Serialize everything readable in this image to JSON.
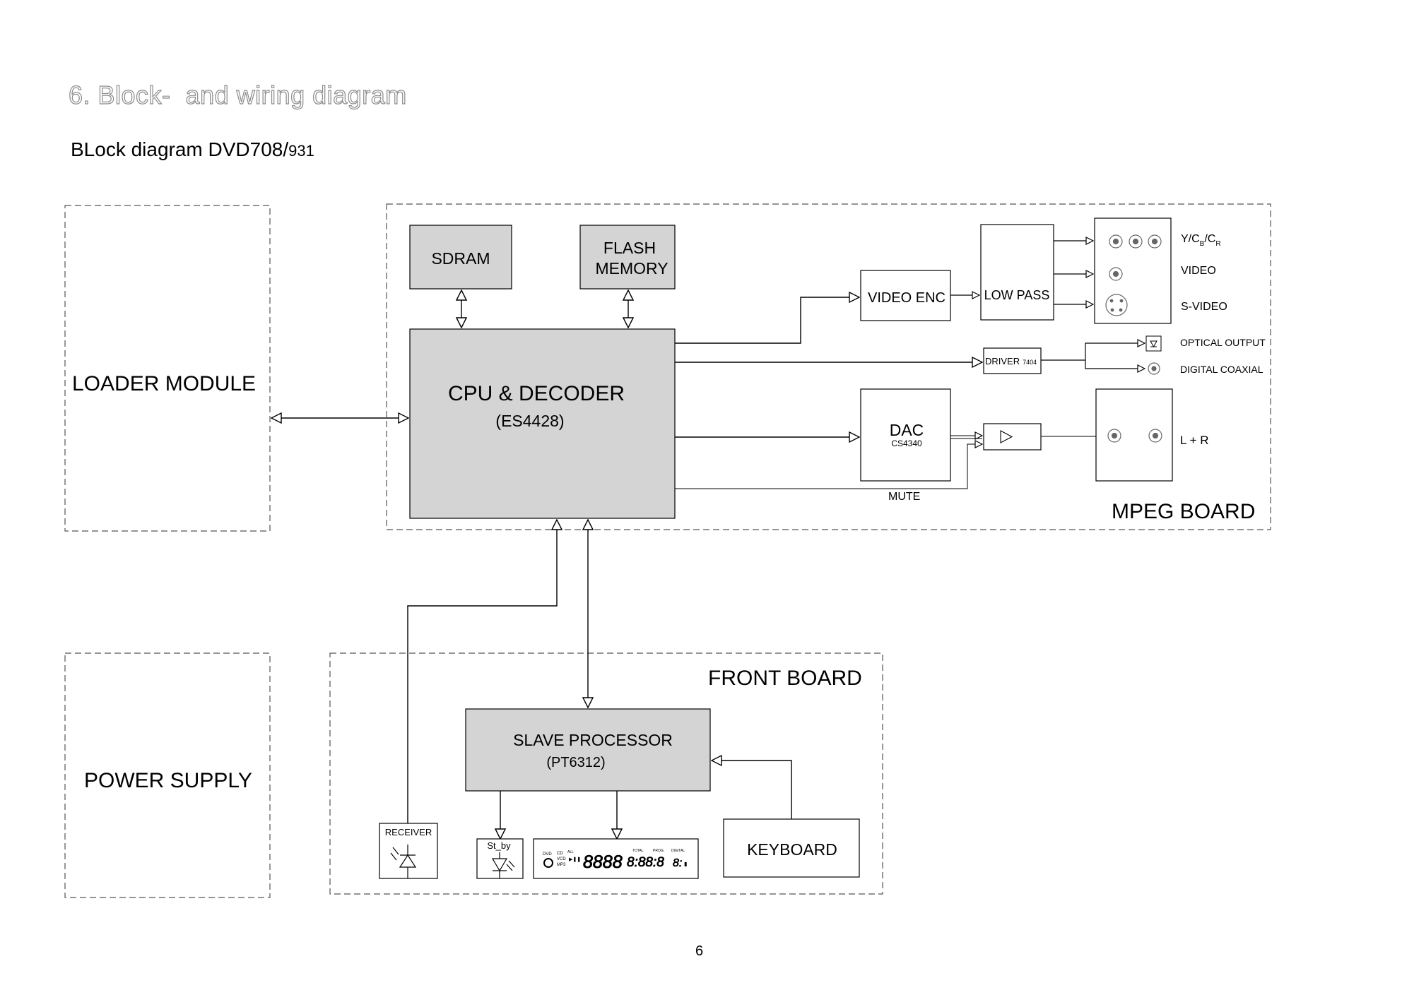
{
  "heading": "6. Block-  and wiring diagram",
  "subheading": {
    "main": "BLock diagram DVD708/",
    "suffix": "931"
  },
  "page_number": "6",
  "regions": {
    "loader": "LOADER MODULE",
    "power": "POWER SUPPLY",
    "mpeg": "MPEG BOARD",
    "front": "FRONT BOARD"
  },
  "blocks": {
    "sdram": "SDRAM",
    "flash_line1": "FLASH",
    "flash_line2": "MEMORY",
    "cpu_line1": "CPU & DECODER",
    "cpu_line2": "(ES4428)",
    "video_enc": "VIDEO ENC",
    "low_pass": "LOW PASS",
    "driver": "DRIVER",
    "driver_part": "7404",
    "dac": "DAC",
    "dac_part": "CS4340",
    "slave_line1": "SLAVE  PROCESSOR",
    "slave_line2": "(PT6312)",
    "receiver": "RECEIVER",
    "st_by": "St_by",
    "keyboard": "KEYBOARD"
  },
  "signals": {
    "ycbcr": {
      "y": "Y/C",
      "b": "B",
      "sep": "/C",
      "r": "R"
    },
    "video": "VIDEO",
    "svideo": "S-VIDEO",
    "optical": "OPTICAL OUTPUT",
    "coaxial": "DIGITAL COAXIAL",
    "lr": "L + R",
    "mute": "MUTE"
  },
  "display": {
    "dvd": "DVD",
    "cd": "CD",
    "vcd": "VCD",
    "mp3": "MP3",
    "all": "ALL",
    "total": "TOTAL",
    "prog": "PROG.",
    "digital": "DIGITAL",
    "big_digits": "8888",
    "small_digits": "8:88:8",
    "last_digits": "8:"
  },
  "colors": {
    "block_fill": "#d4d4d4",
    "line": "#000000",
    "dash": "#555555",
    "heading_outline": "#8a8a8a"
  }
}
